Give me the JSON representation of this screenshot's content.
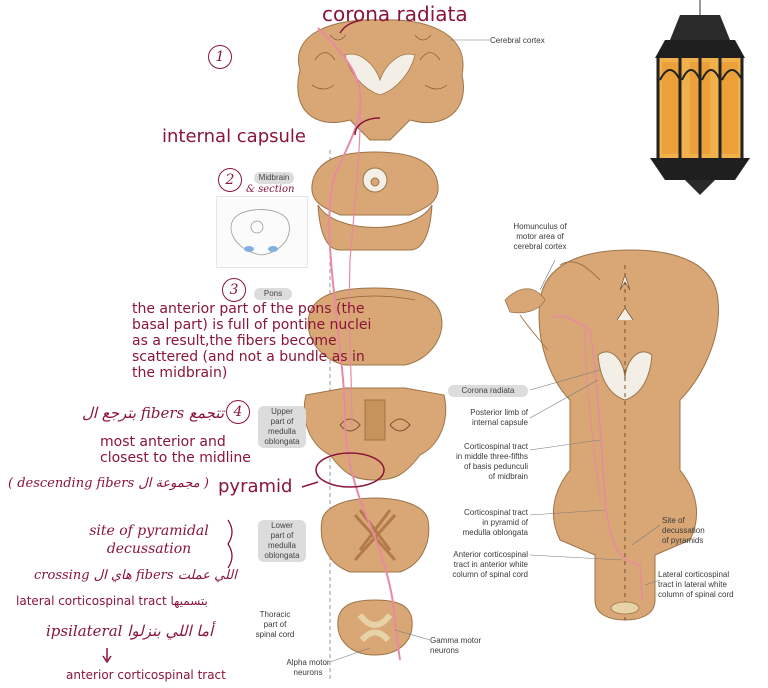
{
  "annotations": {
    "corona_radiata": "corona radiata",
    "internal_capsule": "internal capsule",
    "num1": "1",
    "num2": "2",
    "num3": "3",
    "num4": "4",
    "section_note": "& section",
    "pons_note_1": "the anterior part of the pons (the",
    "pons_note_2": "basal part) is full of pontine nuclei",
    "pons_note_3": "as a result,the fibers become",
    "pons_note_4": "scattered (and not a bundle as in",
    "pons_note_5": "the midbrain)",
    "arabic_fibers_spread": "بترجع ال fibers تتجمع",
    "most_anterior_1": "most anterior and",
    "most_anterior_2": "closest to the midline",
    "descending_fibers": "( descending fibers مجموعة ال )",
    "pyramid": "pyramid",
    "site_decussation_1": "site of pyramidal",
    "site_decussation_2": "decussation",
    "arabic_crossing": "crossing هاي ال fibers اللي عملت",
    "lateral_tract_note": "lateral corticospinal tract بتسميها",
    "ipsilateral_note": "ipsilateral أما اللي بنزلوا",
    "anterior_tract_note": "anterior corticospinal tract"
  },
  "labels": {
    "cerebral_cortex": "Cerebral cortex",
    "midbrain": "Midbrain",
    "pons": "Pons",
    "upper_medulla": [
      "Upper",
      "part of",
      "medulla",
      "oblongata"
    ],
    "lower_medulla": [
      "Lower",
      "part of",
      "medulla",
      "oblongata"
    ],
    "thoracic": [
      "Thoracic",
      "part of",
      "spinal cord"
    ],
    "gamma_motor": [
      "Gamma motor",
      "neurons"
    ],
    "alpha_motor": [
      "Alpha motor",
      "neurons"
    ],
    "homunculus": [
      "Homunculus of",
      "motor area of",
      "cerebral cortex"
    ],
    "corona_radiata_lbl": "Corona radiata",
    "posterior_limb": [
      "Posterior limb of",
      "internal capsule"
    ],
    "corticospinal_midbrain": [
      "Corticospinal tract",
      "in middle three-fifths",
      "of basis pedunculi",
      "of midbrain"
    ],
    "corticospinal_pyramid": [
      "Corticospinal tract",
      "in pyramid of",
      "medulla oblongata"
    ],
    "anterior_corticospinal": [
      "Anterior corticospinal",
      "tract in anterior white",
      "column of spinal cord"
    ],
    "site_of_decussation": [
      "Site of",
      "decussation",
      "of pyramids"
    ],
    "lateral_corticospinal": [
      "Lateral corticospinal",
      "tract in lateral white",
      "column of spinal cord"
    ]
  },
  "colors": {
    "tissue": "#d9a776",
    "tissue_dark": "#b9864f",
    "tract": "#e88aa0",
    "ink": "#8a1538"
  }
}
